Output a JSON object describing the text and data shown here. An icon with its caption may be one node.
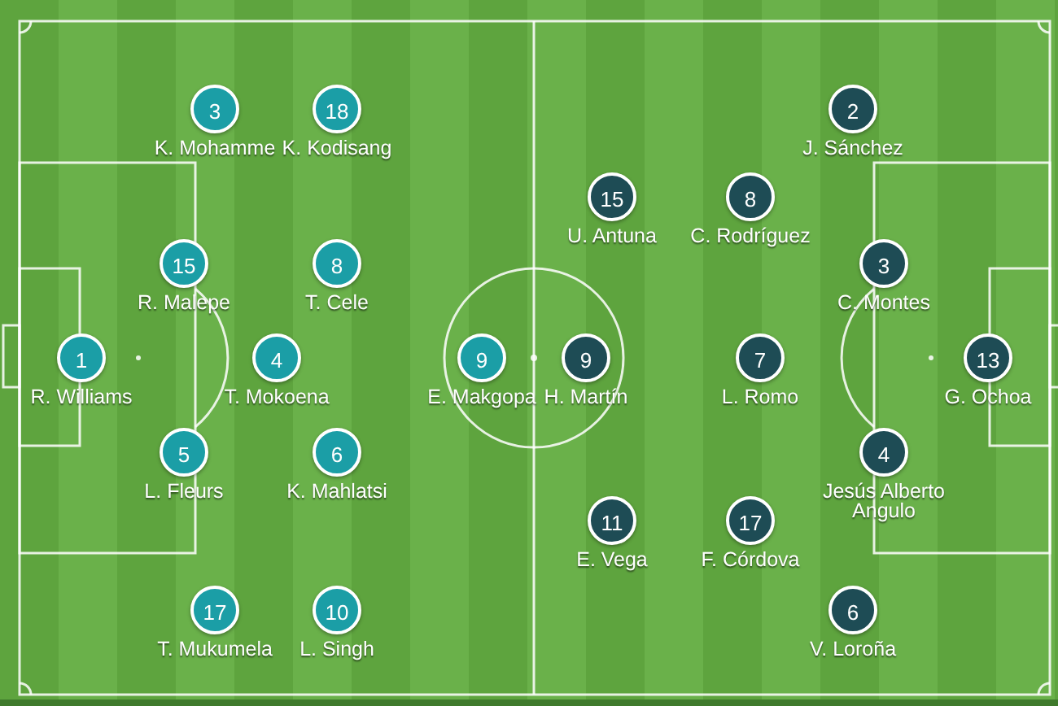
{
  "diagram": {
    "nodes": [
      {
        "text": [
          "3"
        ],
        "beside": [
          "K. Mohamme"
        ]
      },
      {
        "text": [
          "18"
        ],
        "beside": [
          "K. Kodisang"
        ]
      },
      {
        "text": [
          "15"
        ],
        "beside": [
          "R. Malepe"
        ]
      },
      {
        "text": [
          "8"
        ],
        "beside": [
          "T. Cele"
        ]
      },
      {
        "text": [
          "1"
        ],
        "beside": [
          "R. Williams"
        ]
      },
      {
        "text": [
          "4"
        ],
        "beside": [
          "T. Mokoena"
        ]
      },
      {
        "text": [
          "9"
        ],
        "beside": [
          "E. Makgopa"
        ]
      },
      {
        "text": [
          "5"
        ],
        "beside": [
          "L. Fleurs"
        ]
      },
      {
        "text": [
          "6"
        ],
        "beside": [
          "K. Mahlatsi"
        ]
      },
      {
        "text": [
          "17"
        ],
        "beside": [
          "T. Mukumela"
        ]
      },
      {
        "text": [
          "10"
        ],
        "beside": [
          "L. Singh"
        ]
      },
      {
        "text": [
          "2"
        ],
        "beside": [
          "J. Sánchez"
        ]
      },
      {
        "text": [
          "15"
        ],
        "beside": [
          "U. Antuna"
        ]
      },
      {
        "text": [
          "8"
        ],
        "beside": [
          "C. Rodríguez"
        ]
      },
      {
        "text": [
          "3"
        ],
        "beside": [
          "C. Montes"
        ]
      },
      {
        "text": [
          "9"
        ],
        "beside": [
          "H. Martín"
        ]
      },
      {
        "text": [
          "7"
        ],
        "beside": [
          "L. Romo"
        ]
      },
      {
        "text": [
          "13"
        ],
        "beside": [
          "G. Ochoa"
        ]
      },
      {
        "text": [
          "4"
        ],
        "beside": [
          "Jesús Alberto Angulo"
        ]
      },
      {
        "text": [
          "11"
        ],
        "beside": [
          "E. Vega"
        ]
      },
      {
        "text": [
          "17"
        ],
        "beside": [
          "F. Córdova"
        ]
      },
      {
        "text": [
          "6"
        ],
        "beside": [
          "V. Loroña"
        ]
      }
    ]
  }
}
